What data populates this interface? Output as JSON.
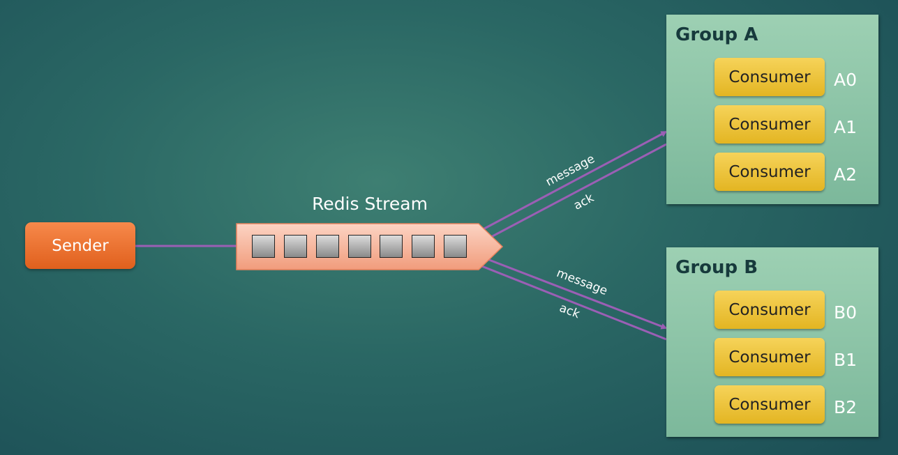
{
  "sender": {
    "label": "Sender"
  },
  "stream": {
    "title": "Redis Stream",
    "slot_count": 7
  },
  "groups": [
    {
      "title": "Group A",
      "consumers": [
        {
          "label": "Consumer",
          "id": "A0"
        },
        {
          "label": "Consumer",
          "id": "A1"
        },
        {
          "label": "Consumer",
          "id": "A2"
        }
      ]
    },
    {
      "title": "Group B",
      "consumers": [
        {
          "label": "Consumer",
          "id": "B0"
        },
        {
          "label": "Consumer",
          "id": "B1"
        },
        {
          "label": "Consumer",
          "id": "B2"
        }
      ]
    }
  ],
  "edges": {
    "a_message": "message",
    "a_ack": "ack",
    "b_message": "message",
    "b_ack": "ack"
  },
  "colors": {
    "arrow": "#9b5fb5",
    "sender": "#ee7230",
    "stream": "#f6b9a0",
    "group": "#8fc8aa",
    "consumer": "#f0c53c"
  }
}
